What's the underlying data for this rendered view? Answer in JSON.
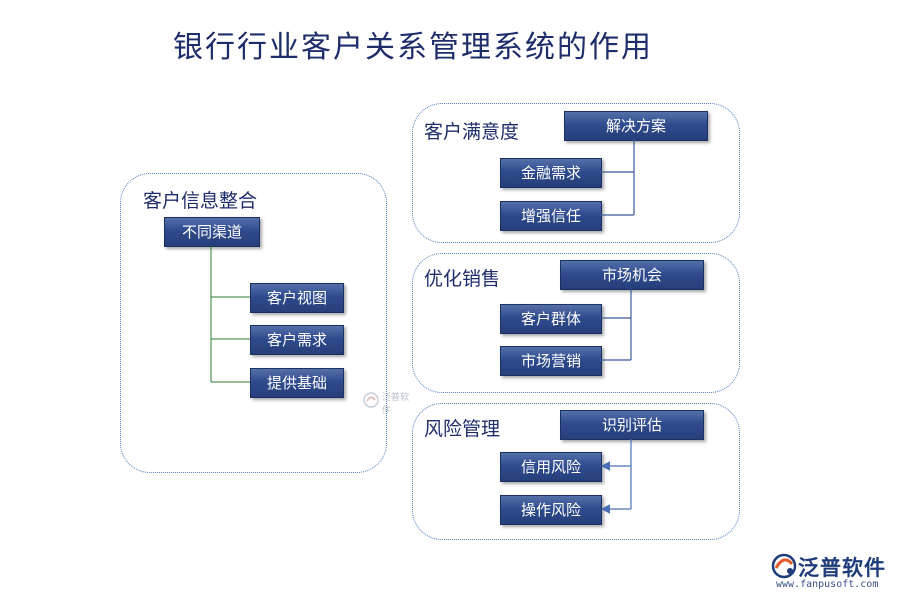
{
  "title": "银行行业客户关系管理系统的作用",
  "groups": {
    "left": {
      "label": "客户信息整合",
      "root": "不同渠道",
      "children": [
        "客户视图",
        "客户需求",
        "提供基础"
      ]
    },
    "satisfaction": {
      "label": "客户满意度",
      "root": "解决方案",
      "children": [
        "金融需求",
        "增强信任"
      ]
    },
    "sales": {
      "label": "优化销售",
      "root": "市场机会",
      "children": [
        "客户群体",
        "市场营销"
      ]
    },
    "risk": {
      "label": "风险管理",
      "root": "识别评估",
      "children": [
        "信用风险",
        "操作风险"
      ]
    }
  },
  "watermark_center": "泛普软件",
  "logo": {
    "brand": "泛普软件",
    "url": "www.fanpusoft.com"
  },
  "colors": {
    "node_fill": "#2f4b8d",
    "title_text": "#1f2d6b",
    "group_border": "#4f7fc0"
  }
}
